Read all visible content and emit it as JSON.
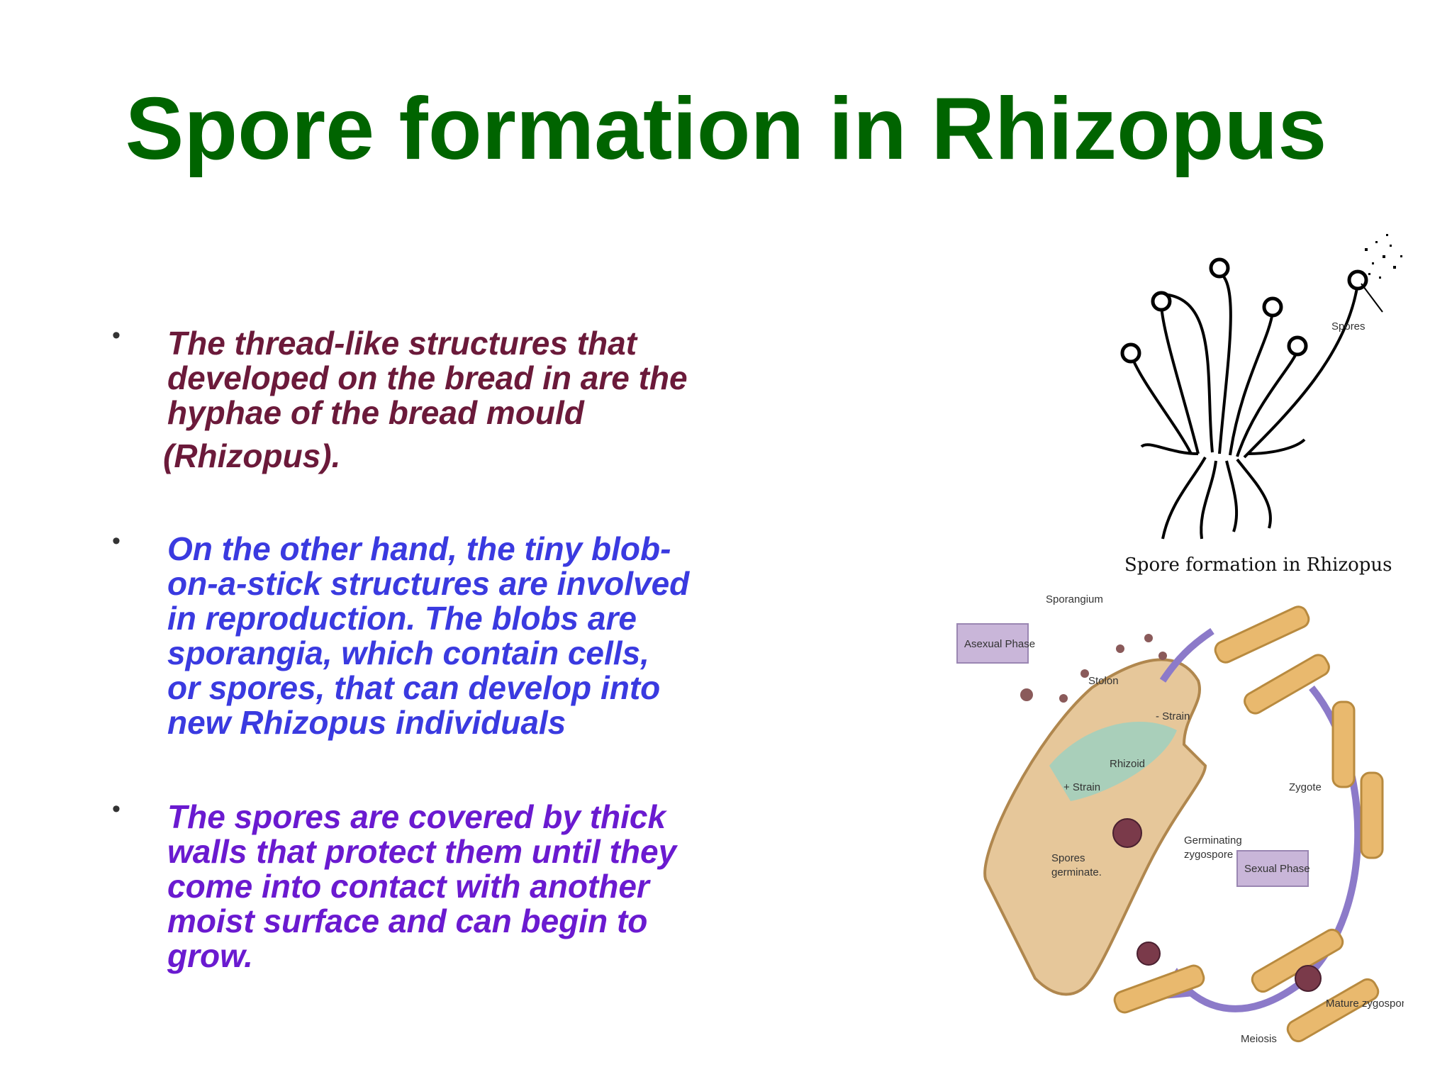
{
  "title": "Spore formation in Rhizopus",
  "bullets": [
    {
      "text": "The thread-like structures that\ndeveloped on the bread in are the\nhyphae of the bread mould",
      "continuation": "(Rhizopus)."
    },
    {
      "text": "On the other hand, the tiny blob-\non-a-stick structures are involved\nin reproduction. The blobs are\nsporangia, which contain cells,\nor spores, that can develop into\nnew Rhizopus individuals"
    },
    {
      "text": "The spores are covered by thick\nwalls that protect them until they\ncome into contact with another\nmoist surface and can begin to\ngrow."
    }
  ],
  "bullet_symbol": "•",
  "figure_top": {
    "spores_label": "Spores",
    "caption": "Spore formation in Rhizopus"
  },
  "figure_bottom": {
    "labels": {
      "sporangium": "Sporangium",
      "asexual_phase": "Asexual Phase",
      "stolon": "Stolon",
      "strain_minus": "- Strain",
      "rhizoid": "Rhizoid",
      "strain_plus": "+ Strain",
      "zygote": "Zygote",
      "germinating_zygospore_1": "Germinating",
      "germinating_zygospore_2": "zygospore",
      "sexual_phase": "Sexual Phase",
      "spores_germinate_1": "Spores",
      "spores_germinate_2": "germinate.",
      "meiosis": "Meiosis",
      "mature_zygospore": "Mature zygospore"
    }
  }
}
